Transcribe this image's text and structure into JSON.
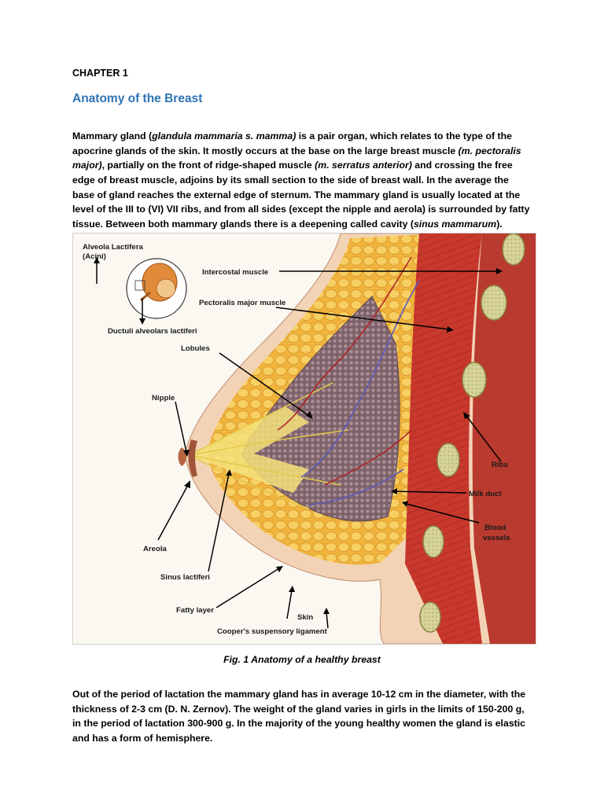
{
  "chapter": "CHAPTER 1",
  "title": "Anatomy of the Breast",
  "para1": {
    "s1": "Mammary gland (",
    "s2": "glandula mammaria s. mamma)",
    "s3": " is a pair organ, which relates to the type of the apocrine glands of the skin. It mostly occurs at the base on the large breast muscle ",
    "s4": "(m. pectoralis major)",
    "s5": ", partially on the front of ridge-shaped muscle ",
    "s6": "(m. serratus anterior)",
    "s7": " and crossing the free edge of breast muscle, adjoins by its small section to the side of breast wall. In the average the base of gland reaches the external edge of sternum. The mammary gland is usually located at the level of the III to (VI) VII ribs, and from all sides (except the nipple and aerola) is surrounded by fatty tissue. Between both mammary glands there is a deepening called cavity (",
    "s8": "sinus mammarum",
    "s9": ")."
  },
  "figure": {
    "labels": {
      "alveola": "Alveola Lactifera",
      "acini": "(Acini)",
      "ductuli": "Ductuli alveolars lactiferi",
      "intercostal": "Intercostal muscle",
      "pectoralis": "Pectoralis major muscle",
      "lobules": "Lobules",
      "nipple": "Nipple",
      "ribs": "Ribs",
      "milk_duct": "Milk duct",
      "blood1": "Blood",
      "blood2": "vessels",
      "areola": "Areola",
      "sinus": "Sinus lactiferi",
      "fatty": "Fatty layer",
      "skin": "Skin",
      "cooper": "Cooper's suspensory ligament"
    },
    "caption": "Fig. 1 Anatomy of a healthy breast"
  },
  "para2": "Out of the period of lactation the mammary gland has in average 10-12 cm in the diameter, with the thickness of 2-3 cm (D. N. Zernov). The weight of the gland varies in girls in the limits of 150-200 g, in the period of lactation 300-900 g. In the majority of the young healthy women the gland is elastic and has a form of hemisphere.",
  "colors": {
    "title": "#2E74B5",
    "skin": "#f3d3b6",
    "fat": "#f2b840",
    "muscle": "#c8382c",
    "lobule": "#8c7079",
    "rib": "#d6d39a"
  }
}
